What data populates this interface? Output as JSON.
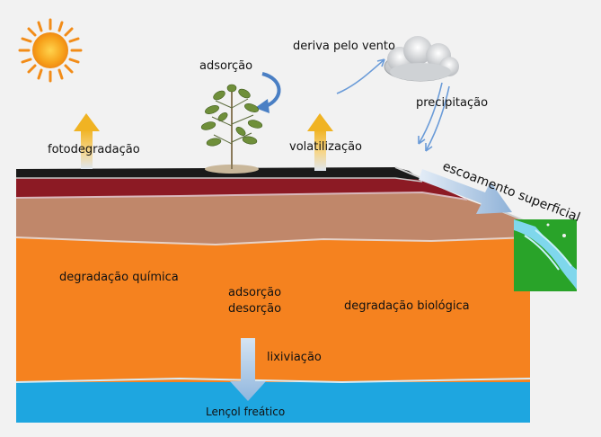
{
  "labels": {
    "fotodegradacao": "fotodegradação",
    "adsorcao_top": "adsorção",
    "deriva": "deriva pelo vento",
    "precipitacao": "precipitação",
    "volatilizacao": "volatilização",
    "escoamento": "escoamento superficial",
    "degradacao_quimica": "degradação química",
    "adsorcao_mid": "adsorção",
    "desorcao": "desorção",
    "degradacao_biologica": "degradação biológica",
    "lixiviacao": "lixiviação",
    "lencol": "Lençol freático"
  },
  "colors": {
    "background": "#f2f2f2",
    "orange_layer": "#f5821f",
    "brown_layer": "#c0876a",
    "dark_red_layer": "#8c1a24",
    "black_crust": "#1a1a1a",
    "water_table": "#1ea6e0",
    "stream_bank": "#29a329",
    "stream_water": "#7fd7ec",
    "arrow_yellow": "#f0b323",
    "arrow_blue": "#a9c8e8",
    "sun": "#f79a1e"
  }
}
